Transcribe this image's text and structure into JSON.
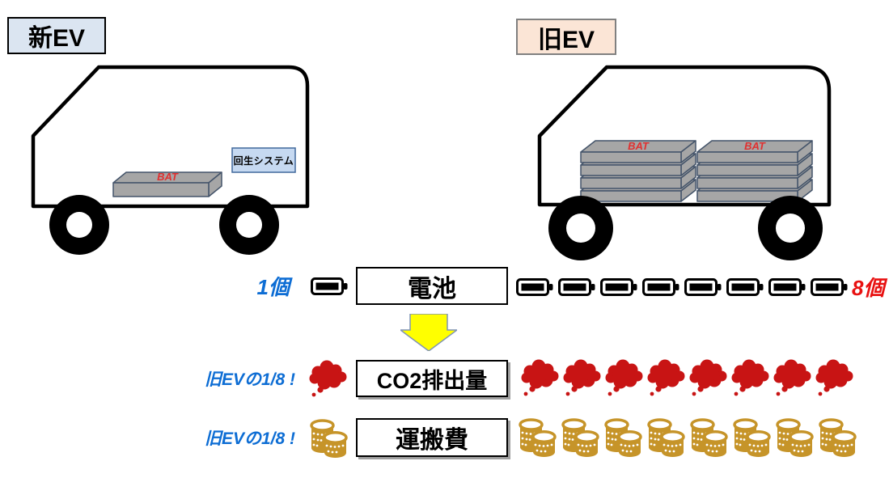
{
  "diagram": {
    "new_ev": {
      "label": "新EV",
      "battery_label": "BAT",
      "regen_system_label": "回生システム",
      "battery_count": 1,
      "battery_count_label": "1個",
      "co2_count": 1,
      "co2_note": "旧EVの1/8 !",
      "cost_count": 1,
      "cost_note": "旧EVの1/8 !"
    },
    "old_ev": {
      "label": "旧EV",
      "battery_label": "BAT",
      "battery_count": 8,
      "battery_count_label": "8個",
      "battery_stacks": 2,
      "batteries_per_stack": 4,
      "co2_count": 8,
      "cost_count": 8
    },
    "rows": {
      "battery": {
        "label": "電池"
      },
      "co2": {
        "label": "CO2排出量"
      },
      "cost": {
        "label": "運搬費"
      }
    },
    "colors": {
      "new_ev_label_bg": "#dbe5f1",
      "old_ev_label_bg": "#fbe5d6",
      "regen_box_bg": "#c6d9f1",
      "battery_slab_fill": "#a6a6a6",
      "battery_slab_outline": "#44546a",
      "bat_text": "#e03030",
      "new_count_text": "#0d6dd4",
      "old_count_text": "#e81111",
      "battery_icon": "#000000",
      "cloud_icon": "#c81414",
      "coin_icon": "#c69429",
      "arrow_fill": "#ffff00"
    }
  }
}
